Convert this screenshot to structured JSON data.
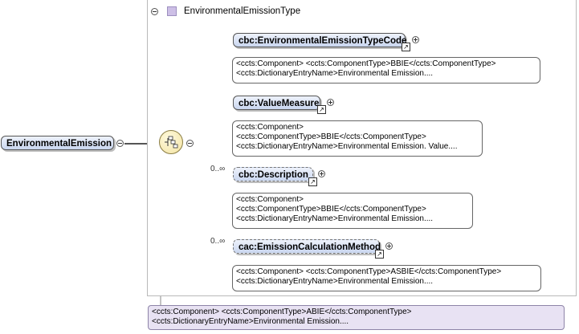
{
  "root": {
    "name": "EnvironmentalEmission",
    "annotation_line1": "<ccts:Component> <ccts:ComponentType>ABIE</ccts:ComponentType>",
    "annotation_line2": "<ccts:DictionaryEntryName>Environmental Emission...."
  },
  "type": {
    "name": "EnvironmentalEmissionType"
  },
  "children": [
    {
      "name": "cbc:EnvironmentalEmissionTypeCode",
      "cardinality": "",
      "ann": [
        "<ccts:Component> <ccts:ComponentType>BBIE</ccts:ComponentType>",
        "<ccts:DictionaryEntryName>Environmental Emission...."
      ]
    },
    {
      "name": "cbc:ValueMeasure",
      "cardinality": "",
      "ann": [
        "<ccts:Component>",
        "<ccts:ComponentType>BBIE</ccts:ComponentType>",
        "<ccts:DictionaryEntryName>Environmental Emission. Value...."
      ]
    },
    {
      "name": "cbc:Description",
      "cardinality": "0..∞",
      "ann": [
        "<ccts:Component>",
        "<ccts:ComponentType>BBIE</ccts:ComponentType>",
        "<ccts:DictionaryEntryName>Environmental Emission...."
      ]
    },
    {
      "name": "cac:EmissionCalculationMethod",
      "cardinality": "0..∞",
      "ann": [
        "<ccts:Component> <ccts:ComponentType>ASBIE</ccts:ComponentType>",
        "<ccts:DictionaryEntryName>Environmental Emission...."
      ]
    }
  ]
}
